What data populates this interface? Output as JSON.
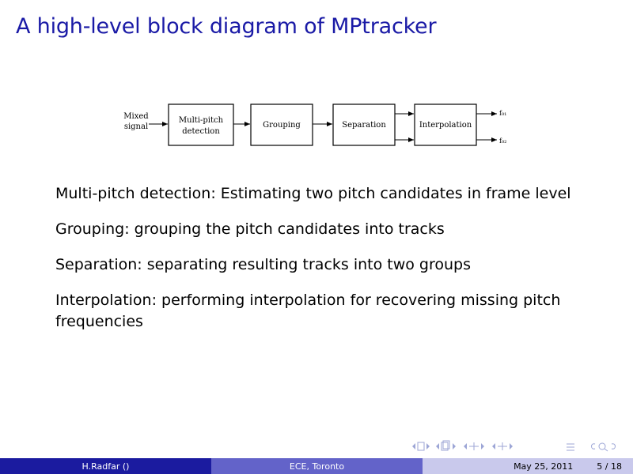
{
  "slide": {
    "title": "A high-level block diagram of MPtracker"
  },
  "diagram": {
    "input_label_line1": "Mixed",
    "input_label_line2": "signal",
    "blocks": [
      {
        "line1": "Multi-pitch",
        "line2": "detection"
      },
      {
        "line1": "Grouping",
        "line2": ""
      },
      {
        "line1": "Separation",
        "line2": ""
      },
      {
        "line1": "Interpolation",
        "line2": ""
      }
    ],
    "output_top": "f₀₁",
    "output_bottom": "f₀₂"
  },
  "bullets": [
    "Multi-pitch detection: Estimating two pitch candidates in frame level",
    "Grouping: grouping the pitch candidates into tracks",
    "Separation: separating resulting tracks into two groups",
    "Interpolation: performing interpolation for recovering missing pitch frequencies"
  ],
  "footer": {
    "author": "H.Radfar ()",
    "institute": "ECE, Toronto",
    "date": "May 25, 2011",
    "page": "5 / 18"
  },
  "nav_icons": [
    "prev-frame-icon",
    "prev-slide-icon",
    "prev-section-icon",
    "prev-subsection-icon",
    "align-icon",
    "search-icon"
  ],
  "colors": {
    "title": "#1a1aa6",
    "footer_left": "#1b1b9f",
    "footer_mid": "#6363c9",
    "footer_right": "#c9c9ec"
  }
}
